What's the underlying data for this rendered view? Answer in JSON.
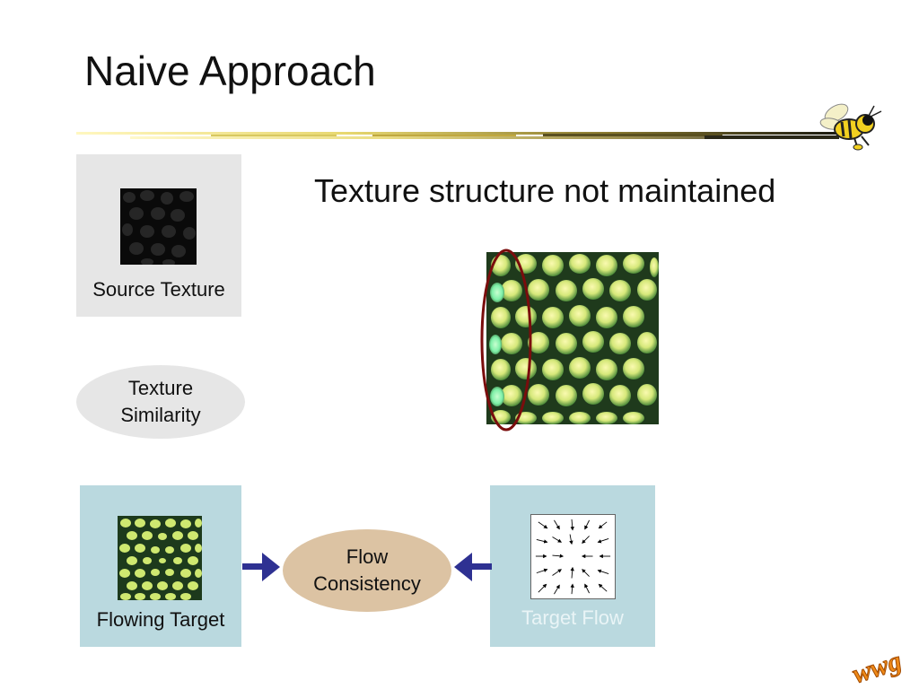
{
  "slide": {
    "title": "Naive Approach",
    "headline": "Texture structure not maintained"
  },
  "source_box": {
    "label": "Source Texture"
  },
  "texture_similarity": {
    "line1": "Texture",
    "line2": "Similarity"
  },
  "flowing_target_box": {
    "label": "Flowing Target"
  },
  "flow_consistency": {
    "line1": "Flow",
    "line2": "Consistency"
  },
  "target_flow_box": {
    "label": "Target Flow"
  },
  "logo": {
    "text": "wwg"
  },
  "colors": {
    "box_gray": "#e6e6e6",
    "box_teal": "#bad9df",
    "flow_ellipse": "#dcc3a3",
    "arrow_blue": "#2e3192",
    "highlight_oval": "#7a0d0d"
  },
  "icons": [
    "yellow-jacket-bee-icon",
    "right-arrow-icon",
    "left-arrow-icon",
    "wwg-logo-icon"
  ]
}
